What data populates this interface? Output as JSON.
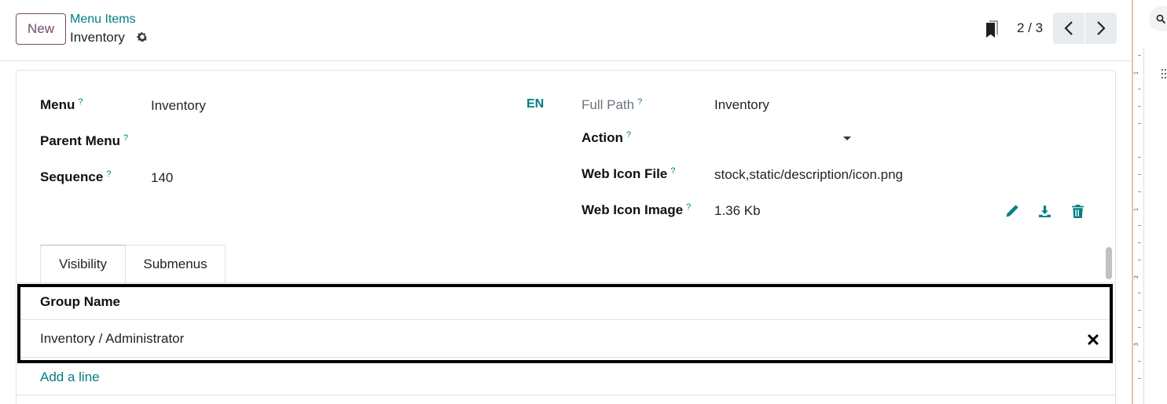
{
  "control_panel": {
    "new_button": "New",
    "breadcrumb_parent": "Menu Items",
    "breadcrumb_current": "Inventory",
    "pager_value": "2 / 3"
  },
  "form": {
    "menu_label": "Menu",
    "menu_value": "Inventory",
    "language_badge": "EN",
    "parent_menu_label": "Parent Menu",
    "sequence_label": "Sequence",
    "sequence_value": "140",
    "full_path_label": "Full Path",
    "full_path_value": "Inventory",
    "action_label": "Action",
    "web_icon_file_label": "Web Icon File",
    "web_icon_file_value": "stock,static/description/icon.png",
    "web_icon_image_label": "Web Icon Image",
    "web_icon_image_value": "1.36 Kb",
    "help_marker": "?"
  },
  "tabs": [
    {
      "label": "Visibility",
      "active": true
    },
    {
      "label": "Submenus",
      "active": false
    }
  ],
  "groups_list": {
    "columns": [
      "Group Name"
    ],
    "rows": [
      [
        "Inventory / Administrator"
      ]
    ],
    "add_line": "Add a line"
  },
  "side_ruler": {
    "labels": [
      "1",
      "1",
      "2",
      "3"
    ]
  },
  "colors": {
    "primary": "#714b67",
    "link": "#017e84",
    "border": "#dee2e6",
    "highlight_frame": "#000000"
  },
  "icons": {
    "gear": "gear-icon",
    "bookmark": "bookmark-icon",
    "prev": "chevron-left-icon",
    "next": "chevron-right-icon",
    "edit": "pencil-icon",
    "download": "download-icon",
    "delete": "trash-icon",
    "remove_row": "close-icon",
    "search": "search-icon"
  }
}
